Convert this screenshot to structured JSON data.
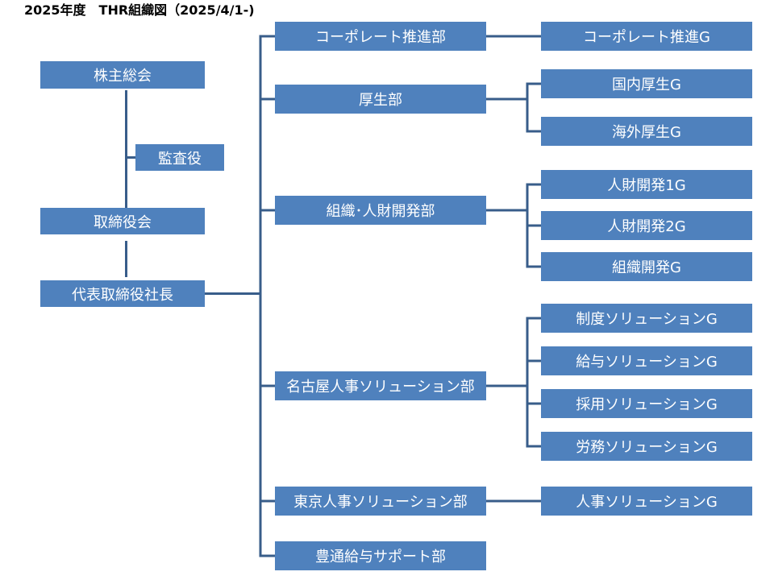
{
  "title": "2025年度　THR組織図（2025/4/1-)",
  "left_column": {
    "shareholders": "株主総会",
    "auditor": "監査役",
    "board": "取締役会",
    "president": "代表取締役社長"
  },
  "departments": [
    {
      "name": "コーポレート推進部",
      "groups": [
        "コーポレート推進G"
      ]
    },
    {
      "name": "厚生部",
      "groups": [
        "国内厚生G",
        "海外厚生G"
      ]
    },
    {
      "name": "組織･人財開発部",
      "groups": [
        "人財開発1G",
        "人財開発2G",
        "組織開発G"
      ]
    },
    {
      "name": "名古屋人事ソリューション部",
      "groups": [
        "制度ソリューションG",
        "給与ソリューションG",
        "採用ソリューションG",
        "労務ソリューションG"
      ]
    },
    {
      "name": "東京人事ソリューション部",
      "groups": [
        "人事ソリューションG"
      ]
    },
    {
      "name": "豊通給与サポート部",
      "groups": []
    }
  ]
}
